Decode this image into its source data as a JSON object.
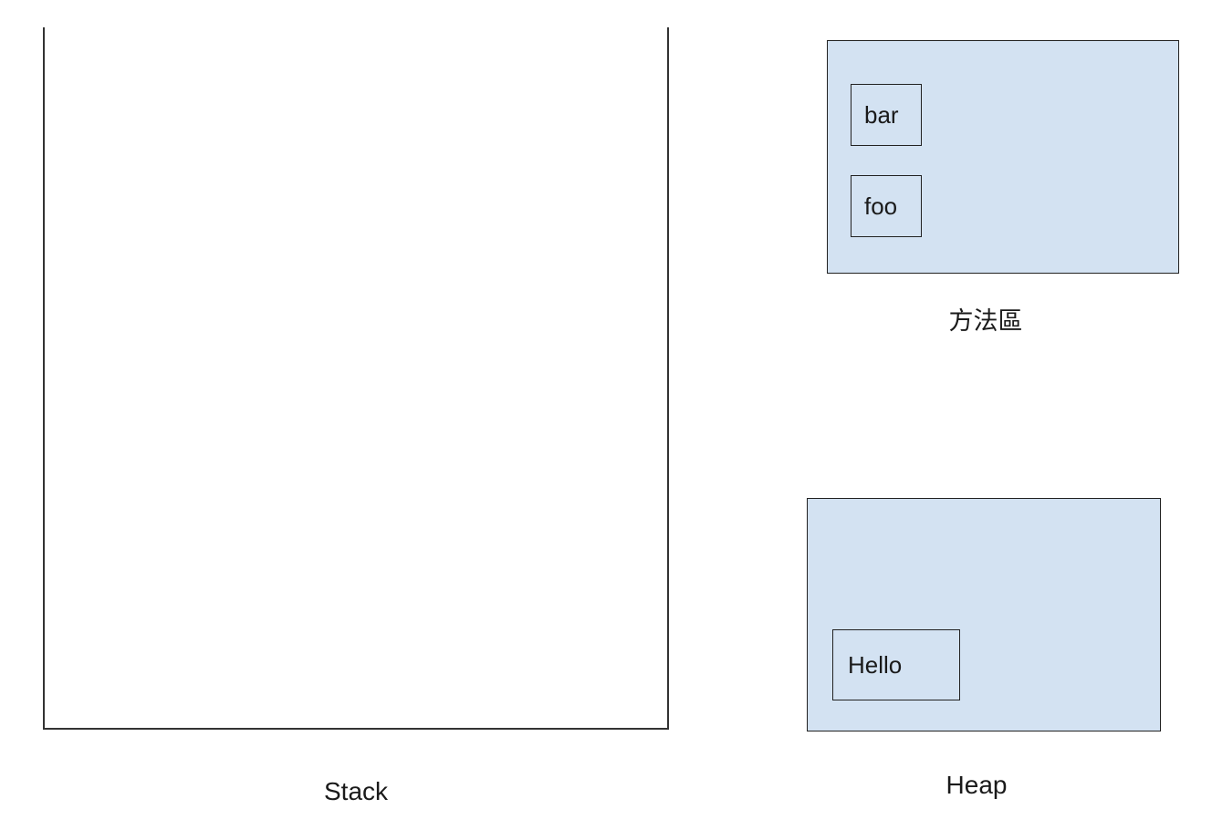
{
  "stack": {
    "caption": "Stack"
  },
  "method_area": {
    "caption": "方法區",
    "items": [
      "bar",
      "foo"
    ]
  },
  "heap": {
    "caption": "Heap",
    "items": [
      "Hello"
    ]
  },
  "colors": {
    "region_fill": "#d3e2f2",
    "outline": "#222222"
  }
}
